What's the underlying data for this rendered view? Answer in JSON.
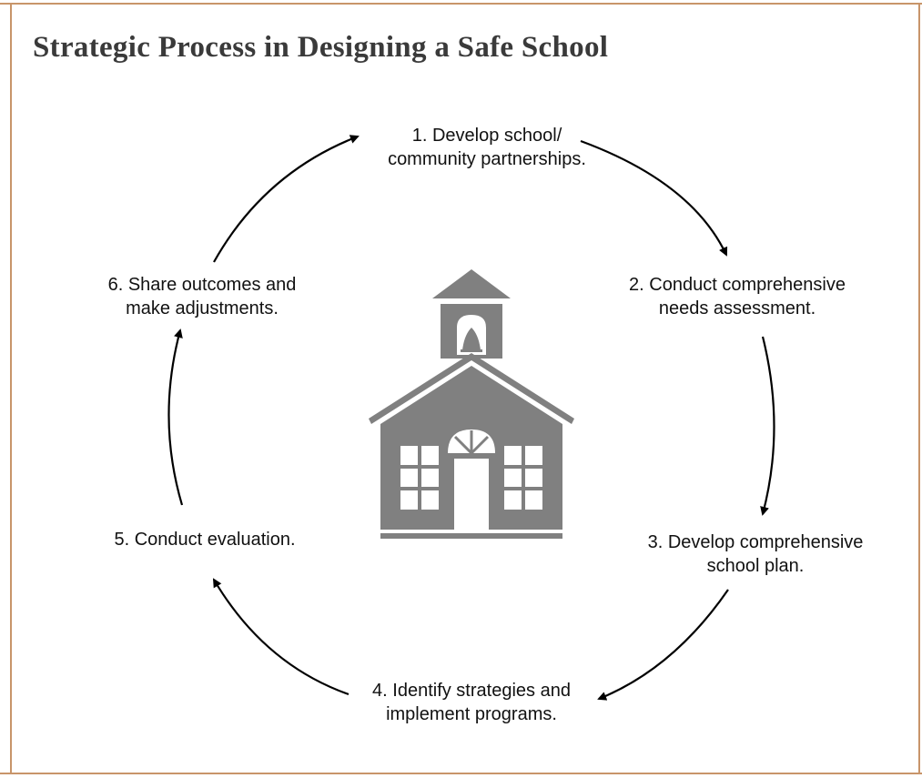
{
  "title": "Strategic Process in Designing a Safe School",
  "steps": [
    {
      "line1": "1. Develop school/",
      "line2": "community partnerships."
    },
    {
      "line1": "2. Conduct comprehensive",
      "line2": "needs assessment."
    },
    {
      "line1": "3. Develop comprehensive",
      "line2": "school plan."
    },
    {
      "line1": "4. Identify strategies and",
      "line2": "implement programs."
    },
    {
      "line1": "5. Conduct evaluation.",
      "line2": ""
    },
    {
      "line1": "6. Share outcomes and",
      "line2": "make adjustments."
    }
  ],
  "center_icon": "schoolhouse-icon",
  "colors": {
    "frame": "#c8956a",
    "title": "#3a3a3a",
    "text": "#111111",
    "arrow": "#000000",
    "school": "#808080"
  }
}
